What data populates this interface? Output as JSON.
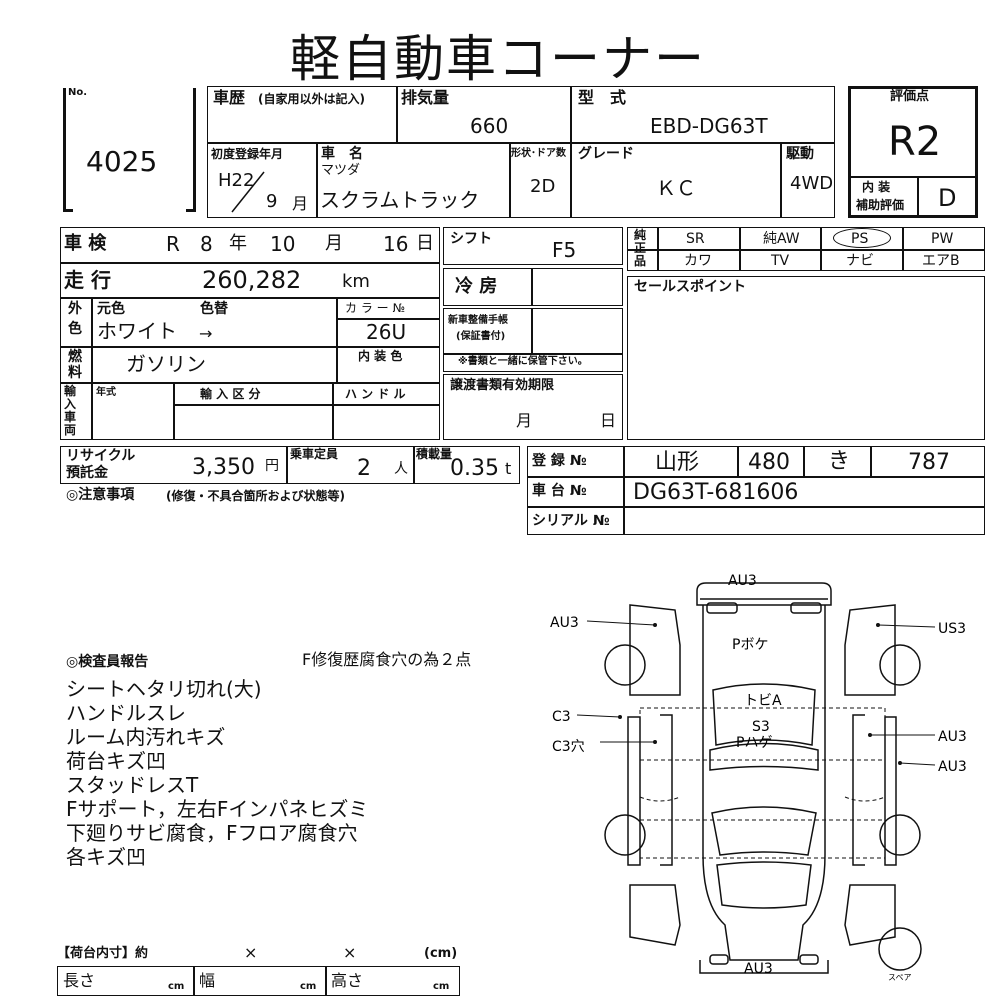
{
  "title": "軽自動車コーナー",
  "lot": {
    "label": "No.",
    "number": "4025"
  },
  "history": {
    "label": "車歴",
    "note": "(自家用以外は記入)"
  },
  "displacement": {
    "label": "排気量",
    "value": "660"
  },
  "model_code": {
    "label": "型　式",
    "value": "EBD-DG63T"
  },
  "first_registration": {
    "label": "初度登録年月",
    "era_year": "H22",
    "month": "9",
    "month_unit": "月"
  },
  "car_name": {
    "label": "車　名",
    "maker": "マツダ",
    "name": "スクラムトラック"
  },
  "body_doors": {
    "label": "形状･ドア数",
    "value": "2D"
  },
  "grade": {
    "label": "グレード",
    "value": "ＫＣ"
  },
  "drive": {
    "label": "駆動",
    "value": "4WD"
  },
  "score": {
    "label": "評価点",
    "value": "R2",
    "interior_label_1": "内 装",
    "interior_label_2": "補助評価",
    "interior_value": "D"
  },
  "inspection": {
    "label": "車 検",
    "era": "R",
    "year": "8",
    "year_unit": "年",
    "month": "10",
    "month_unit": "月",
    "day": "16",
    "day_unit": "日"
  },
  "mileage": {
    "label": "走 行",
    "value": "260,282",
    "unit": "km"
  },
  "color": {
    "label_1": "外",
    "label_2": "色",
    "original_label": "元色",
    "change_label": "色替",
    "value": "ホワイト",
    "arrow": "→",
    "code_label": "カ ラ ー №",
    "code": "26U"
  },
  "fuel": {
    "label_1": "燃",
    "label_2": "料",
    "value": "ガソリン",
    "interior_color_label": "内 装 色"
  },
  "import": {
    "label_chars": [
      "輸",
      "入",
      "車",
      "両"
    ],
    "year_label": "年式",
    "category_label": "輸 入 区 分",
    "handle_label": "ハ ン ド ル"
  },
  "shift": {
    "label": "シフト",
    "value": "F5"
  },
  "aircon": {
    "label": "冷 房"
  },
  "manual": {
    "label_1": "新車整備手帳",
    "label_2": "(保証書付)",
    "note": "※書類と一緒に保管下さい。"
  },
  "transfer": {
    "label": "譲渡書類有効期限",
    "month_unit": "月",
    "day_unit": "日"
  },
  "options": {
    "side_label_chars": [
      "純",
      "正",
      "品"
    ],
    "row1": [
      {
        "label": "SR",
        "circled": false
      },
      {
        "label": "純AW",
        "circled": false
      },
      {
        "label": "PS",
        "circled": true
      },
      {
        "label": "PW",
        "circled": false
      }
    ],
    "row2": [
      {
        "label": "カワ",
        "circled": false
      },
      {
        "label": "TV",
        "circled": false
      },
      {
        "label": "ナビ",
        "circled": false
      },
      {
        "label": "エアB",
        "circled": false
      }
    ]
  },
  "sales_points": {
    "label": "セールスポイント"
  },
  "recycle": {
    "label_1": "リサイクル",
    "label_2": "預託金",
    "value": "3,350",
    "unit": "円"
  },
  "capacity": {
    "label": "乗車定員",
    "value": "2",
    "unit": "人"
  },
  "load": {
    "label": "積載量",
    "value": "0.35",
    "unit": "t"
  },
  "registration": {
    "label": "登 録 №",
    "region": "山形",
    "class_no": "480",
    "kana": "き",
    "number": "787"
  },
  "chassis": {
    "label": "車 台 №",
    "value": "DG63T-681606"
  },
  "serial": {
    "label": "シリアル №",
    "value": ""
  },
  "notes_heading": "◎注意事項",
  "notes_sub": "(修復・不具合箇所および状態等)",
  "inspector": {
    "heading": "◎検査員報告",
    "side_note": "F修復歴腐食穴の為２点",
    "lines": [
      "シートヘタリ切れ(大)",
      "ハンドルスレ",
      "ルーム内汚れキズ",
      "荷台キズ凹",
      "スタッドレスT",
      "Fサポート，左右Fインパネヒズミ",
      "下廻りサビ腐食，Fフロア腐食穴",
      "各キズ凹"
    ]
  },
  "diagram": {
    "top": "AU3",
    "bottom": "AU3",
    "left_front": "AU3",
    "right_front": "US3",
    "left_mid_1": "C3",
    "left_mid_2": "C3穴",
    "right_mid_1": "AU3",
    "right_mid_2": "AU3",
    "hood": "Pボケ",
    "windshield": "トビA",
    "roof_1": "S3",
    "roof_2": "Pハゲ",
    "spare": "スペア"
  },
  "cargo": {
    "label": "【荷台内寸】約",
    "x1": "×",
    "x2": "×",
    "unit_paren": "(cm)",
    "length_label": "長さ",
    "width_label": "幅",
    "height_label": "高さ",
    "cm": "cm"
  }
}
